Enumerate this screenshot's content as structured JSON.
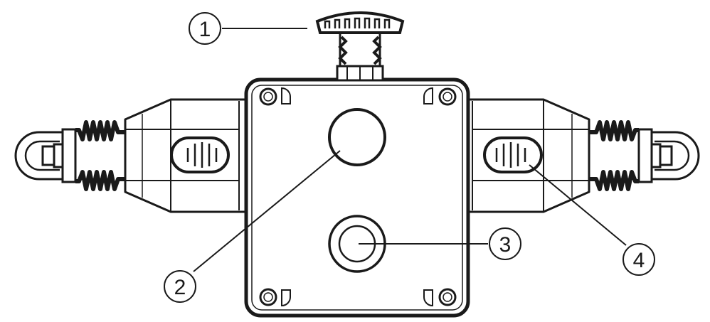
{
  "diagram": {
    "callouts": [
      {
        "id": "callout-1",
        "label": "1",
        "part": "emergency-stop-knob-icon"
      },
      {
        "id": "callout-2",
        "label": "2",
        "part": "blank-cap-icon"
      },
      {
        "id": "callout-3",
        "label": "3",
        "part": "indicator-lamp-icon"
      },
      {
        "id": "callout-4",
        "label": "4",
        "part": "release-window-icon"
      }
    ],
    "colors": {
      "stroke": "#1a1a1a",
      "fill": "#ffffff",
      "shade": "#d9d9d9"
    }
  }
}
